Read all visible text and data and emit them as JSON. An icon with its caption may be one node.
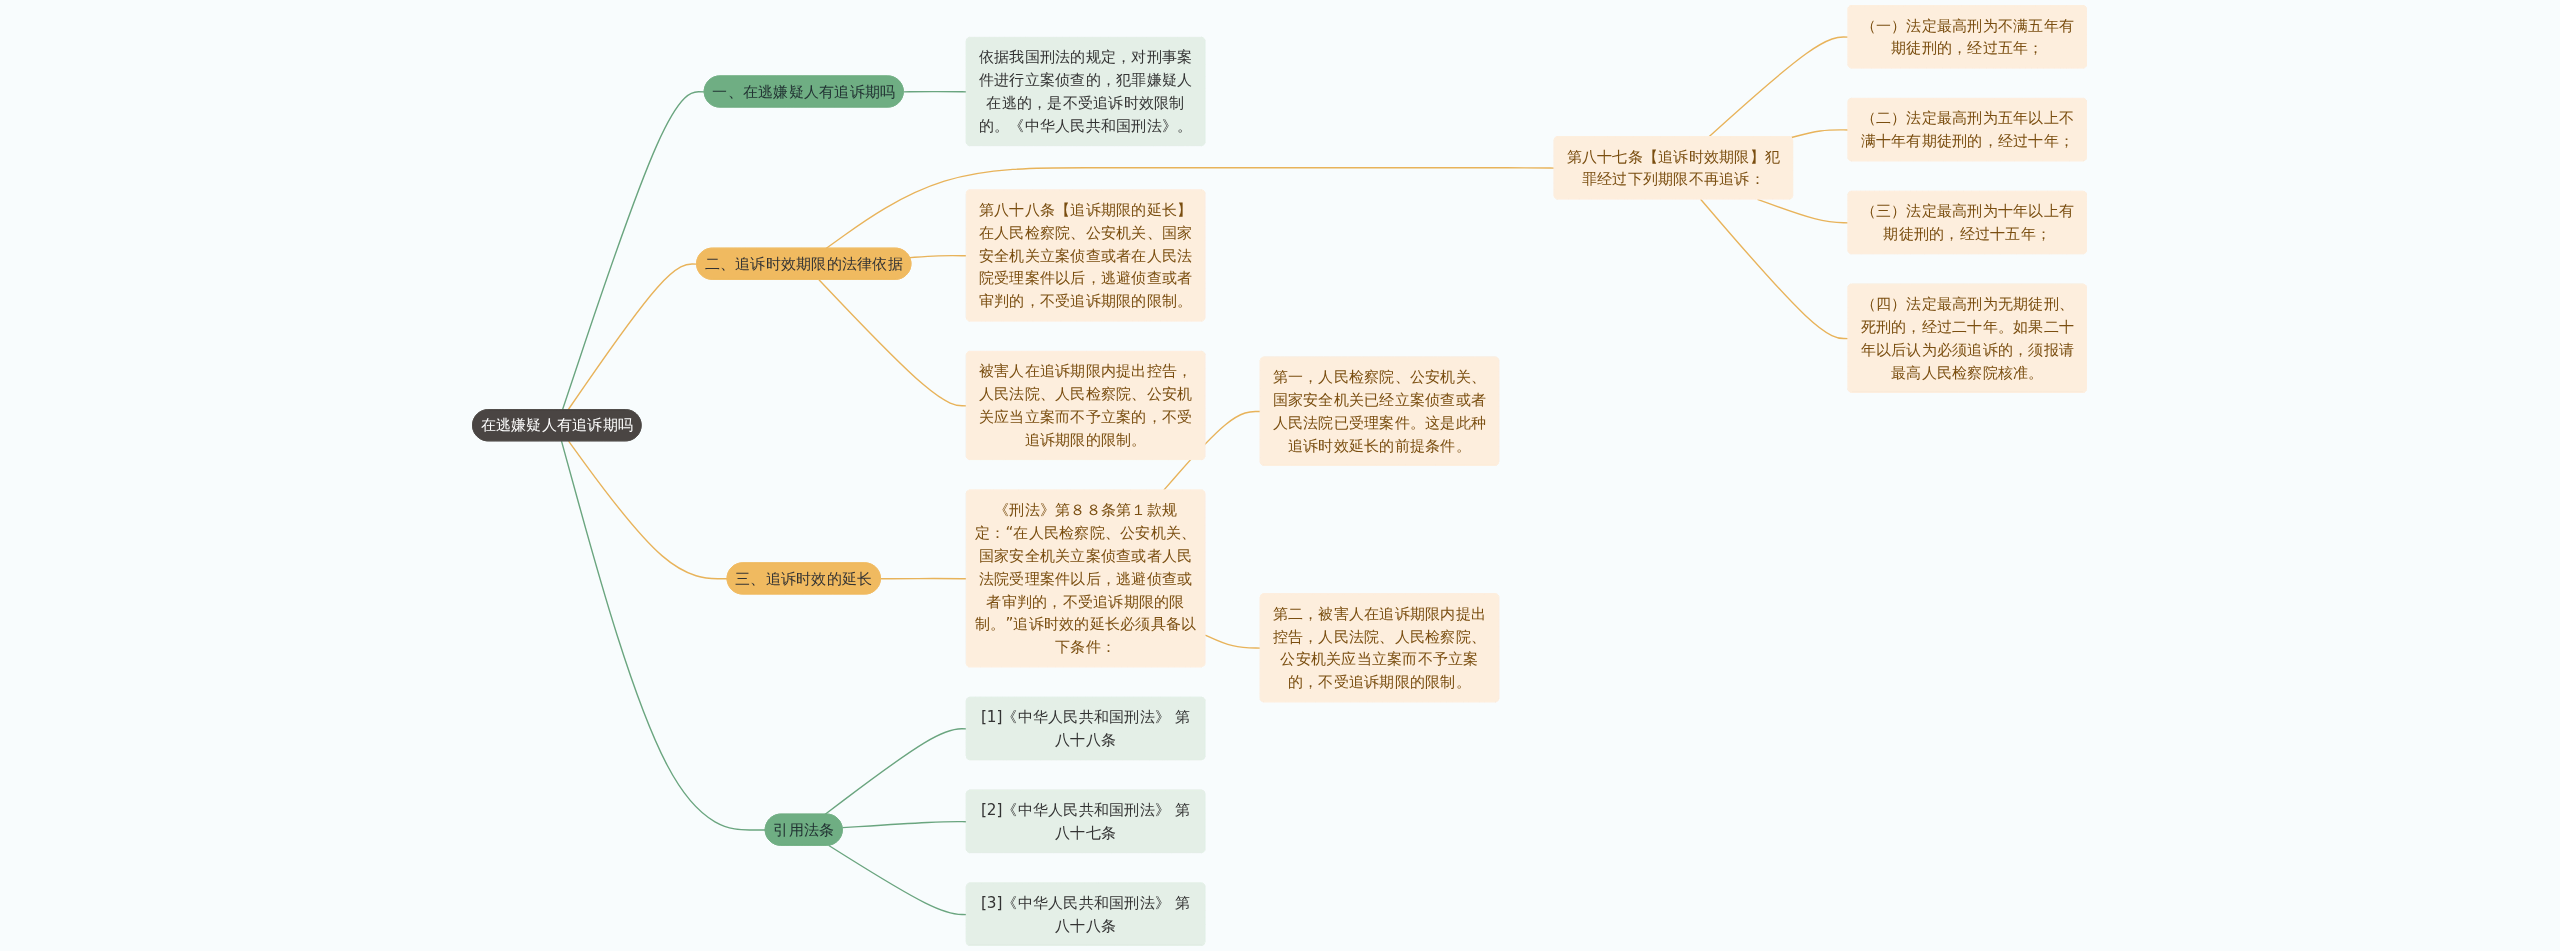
{
  "diagram": {
    "nodes": [
      {
        "text": [
          "在逃嫌疑人有追诉期吗"
        ]
      },
      {
        "text": [
          "一、在逃嫌疑人有追诉期吗"
        ]
      },
      {
        "text": [
          "依据我国刑法的规定，对刑事案件进行立案侦查的，犯罪嫌疑人在逃的，是不受追诉时效限制的。《中华人民共和国刑法》。"
        ]
      },
      {
        "text": [
          "二、追诉时效期限的法律依据"
        ]
      },
      {
        "text": [
          "第八十七条【追诉时效期限】犯罪经过下列期限不再追诉："
        ]
      },
      {
        "text": [
          "（一）法定最高刑为不满五年有期徒刑的，经过五年；"
        ]
      },
      {
        "text": [
          "（二）法定最高刑为五年以上不满十年有期徒刑的，经过十年；"
        ]
      },
      {
        "text": [
          "（三）法定最高刑为十年以上有期徒刑的，经过十五年；"
        ]
      },
      {
        "text": [
          "（四）法定最高刑为无期徒刑、死刑的，经过二十年。如果二十年以后认为必须追诉的，须报请最高人民检察院核准。"
        ]
      },
      {
        "text": [
          "第八十八条【追诉期限的延长】在人民检察院、公安机关、国家安全机关立案侦查或者在人民法院受理案件以后，逃避侦查或者审判的，不受追诉期限的限制。"
        ]
      },
      {
        "text": [
          "被害人在追诉期限内提出控告，人民法院、人民检察院、公安机关应当立案而不予立案的，不受追诉期限的限制。"
        ]
      },
      {
        "text": [
          "三、追诉时效的延长"
        ]
      },
      {
        "text": [
          "《刑法》第８８条第１款规定：“在人民检察院、公安机关、国家安全机关立案侦查或者人民法院受理案件以后，逃避侦查或者审判的，不受追诉期限的限制。”追诉时效的延长必须具备以下条件："
        ]
      },
      {
        "text": [
          "第一，人民检察院、公安机关、国家安全机关已经立案侦查或者人民法院已受理案件。这是此种追诉时效延长的前提条件。"
        ]
      },
      {
        "text": [
          "第二，被害人在追诉期限内提出控告，人民法院、人民检察院、公安机关应当立案而不予立案的，不受追诉期限的限制。"
        ]
      },
      {
        "text": [
          "引用法条"
        ]
      },
      {
        "text": [
          "[1]《中华人民共和国刑法》 第八十八条"
        ]
      },
      {
        "text": [
          "[2]《中华人民共和国刑法》 第八十七条"
        ]
      },
      {
        "text": [
          "[3]《中华人民共和国刑法》 第八十八条"
        ]
      }
    ],
    "edges": [
      {
        "from": 0,
        "to": 1,
        "arrow": "none",
        "color": "#6aa57f"
      },
      {
        "from": 1,
        "to": 2,
        "arrow": "none",
        "color": "#6aa57f"
      },
      {
        "from": 0,
        "to": 3,
        "arrow": "none"
      },
      {
        "from": 3,
        "to": 4,
        "arrow": "none"
      },
      {
        "from": 4,
        "to": 5,
        "arrow": "none"
      },
      {
        "from": 4,
        "to": 6,
        "arrow": "none"
      },
      {
        "from": 4,
        "to": 7,
        "arrow": "none"
      },
      {
        "from": 4,
        "to": 8,
        "arrow": "none"
      },
      {
        "from": 3,
        "to": 9,
        "arrow": "none"
      },
      {
        "from": 3,
        "to": 10,
        "arrow": "none"
      },
      {
        "from": 0,
        "to": 11,
        "arrow": "none"
      },
      {
        "from": 11,
        "to": 12,
        "arrow": "none"
      },
      {
        "from": 12,
        "to": 13,
        "arrow": "none"
      },
      {
        "from": 12,
        "to": 14,
        "arrow": "none"
      },
      {
        "from": 0,
        "to": 15,
        "arrow": "none",
        "color": "#6aa57f"
      },
      {
        "from": 15,
        "to": 16,
        "arrow": "none",
        "color": "#6aa57f"
      },
      {
        "from": 15,
        "to": 17,
        "arrow": "none",
        "color": "#6aa57f"
      },
      {
        "from": 15,
        "to": 18,
        "arrow": "none",
        "color": "#6aa57f"
      }
    ]
  }
}
